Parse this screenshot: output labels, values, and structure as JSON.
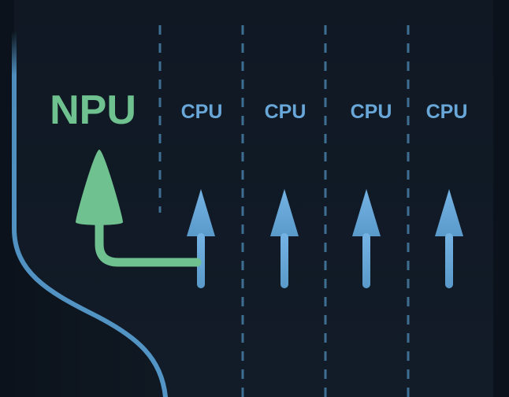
{
  "npu": {
    "label": "NPU",
    "color": "#6fc18f"
  },
  "cpus": [
    {
      "label": "CPU"
    },
    {
      "label": "CPU"
    },
    {
      "label": "CPU"
    },
    {
      "label": "CPU"
    }
  ],
  "colors": {
    "cpu": "#68a7d8",
    "divider": "#3e6f92",
    "background": "#101a26",
    "edge": "#5aa3d8"
  },
  "icons": {
    "up-arrow": "up-arrow-icon",
    "redirect-arrow": "redirect-arrow-icon"
  }
}
